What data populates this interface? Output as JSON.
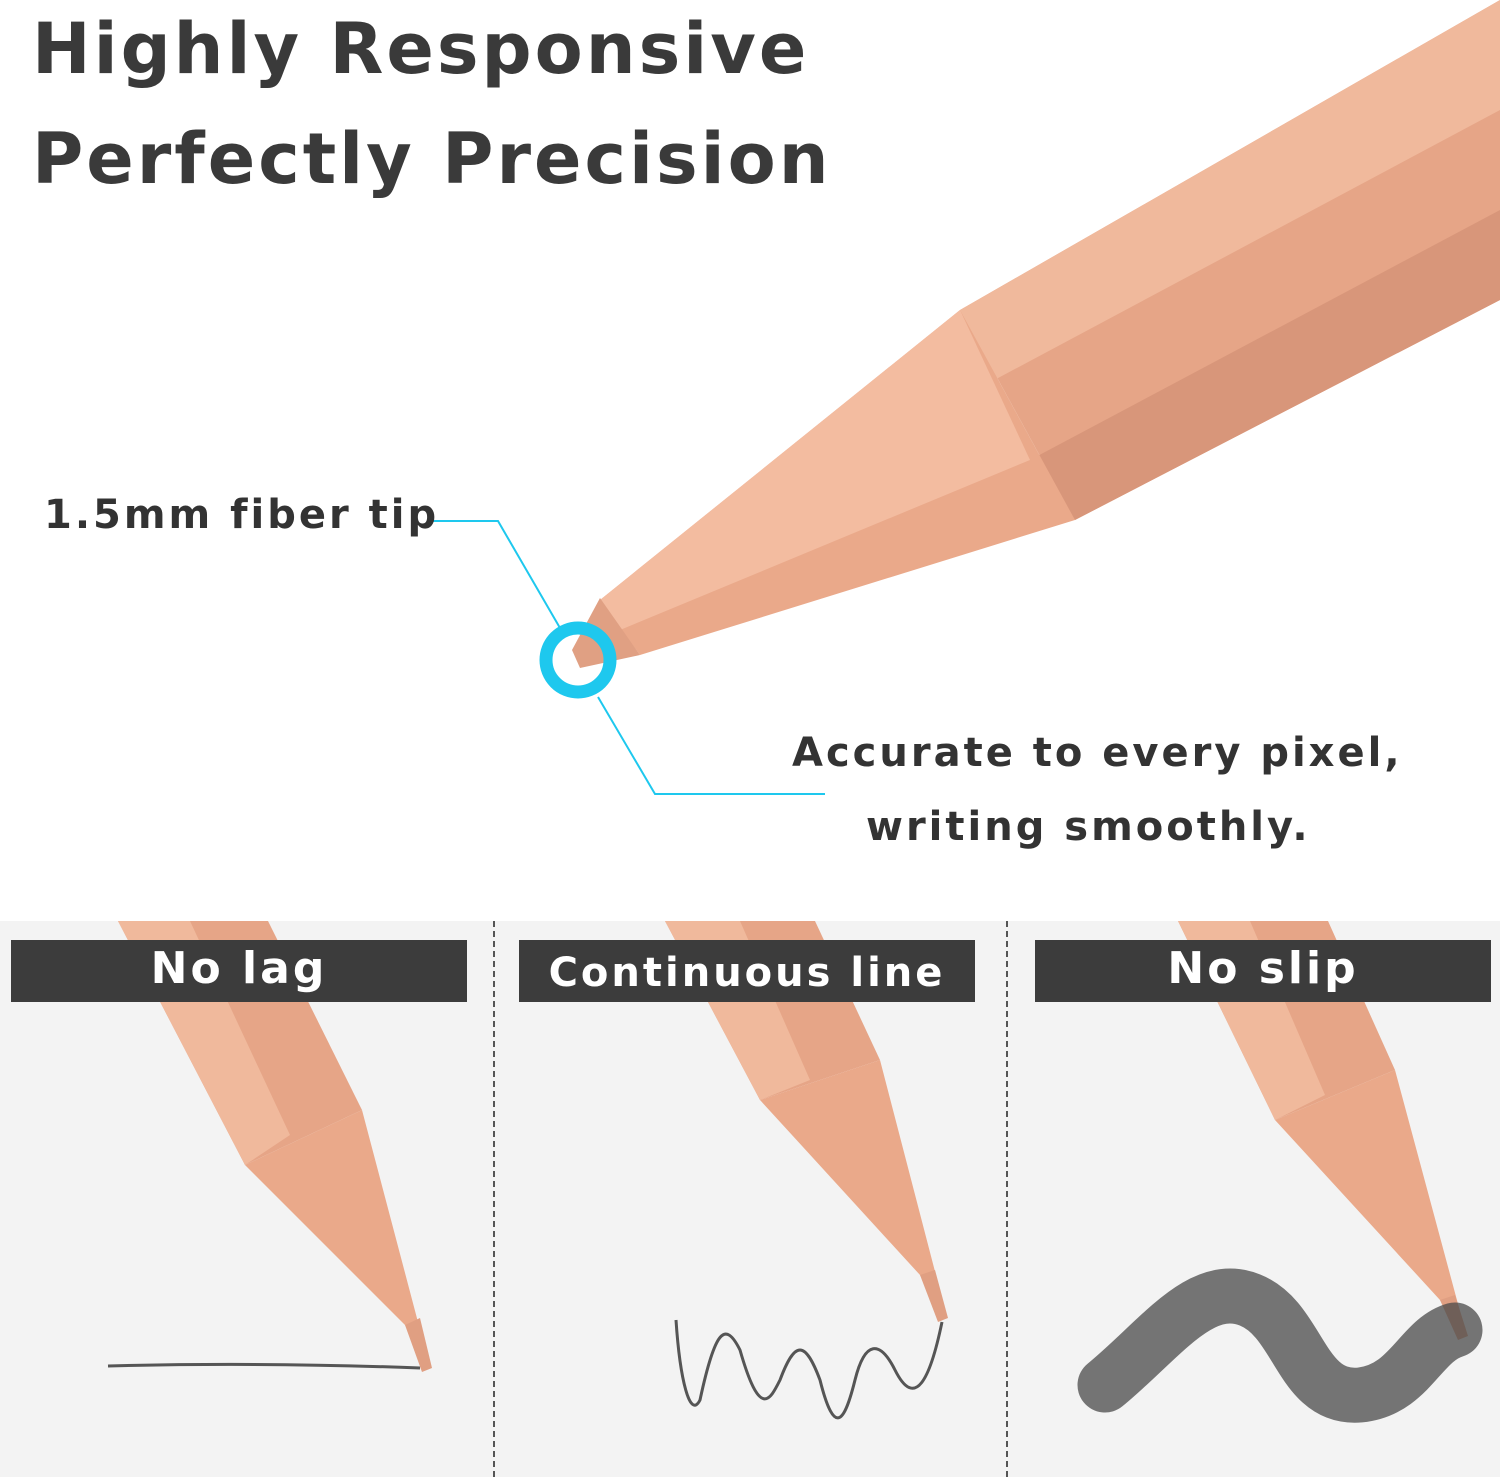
{
  "headline": {
    "line1": "Highly Responsive",
    "line2": "Perfectly Precision"
  },
  "callouts": {
    "tip": "1.5mm fiber tip",
    "accuracy_line1": "Accurate to every pixel,",
    "accuracy_line2": "writing smoothly."
  },
  "panels": [
    {
      "label": "No lag"
    },
    {
      "label": "Continuous line"
    },
    {
      "label": "No slip"
    }
  ],
  "colors": {
    "pencil": "#e9aa8b",
    "accent": "#1ec8ee",
    "label_bar": "#3c3c3c",
    "panel_bg": "#f3f3f3"
  }
}
